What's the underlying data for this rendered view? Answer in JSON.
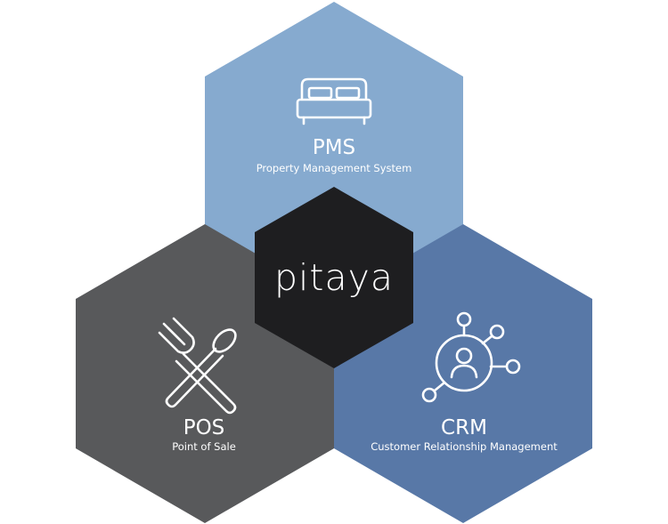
{
  "center": {
    "label": "pitaya",
    "color": "#1e1e20"
  },
  "modules": {
    "pms": {
      "title": "PMS",
      "subtitle": "Property Management System",
      "icon": "bed-icon",
      "color": "#86aacf"
    },
    "pos": {
      "title": "POS",
      "subtitle": "Point of Sale",
      "icon": "fork-spoon-icon",
      "color": "#58595b"
    },
    "crm": {
      "title": "CRM",
      "subtitle": "Customer Relationship Management",
      "icon": "user-network-icon",
      "color": "#5878a7"
    }
  }
}
